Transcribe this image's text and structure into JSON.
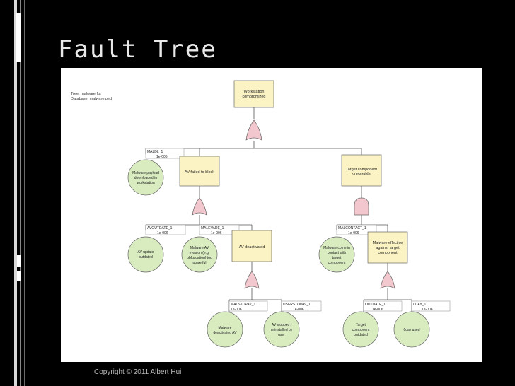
{
  "slide": {
    "title": "Fault Tree",
    "footer": "Copyright © 2011 Albert Hui"
  },
  "diagram": {
    "header_tree": "Tree: malware.fta",
    "header_db": "Database: malware.ped",
    "top_event": [
      "Workstation",
      "compromized"
    ],
    "maldl_id": "MALDL_1",
    "maldl_prob": "1e-006",
    "maldl_desc": [
      "Malware payload",
      "downloaded to",
      "workstation"
    ],
    "av_failed": "AV failed to block",
    "target_vuln": [
      "Target component",
      "vulnerable"
    ],
    "avoutdate_id": "AVOUTDATE_1",
    "avoutdate_prob": "1e-006",
    "avoutdate_desc": [
      "AV update",
      "outdated"
    ],
    "malevade_id": "MALEVADE_1",
    "malevade_prob": "1e-006",
    "malevade_desc": [
      "Malware AV",
      "evasion (e.g.",
      "obfuscation) too",
      "powerful"
    ],
    "av_deactivated": "AV deactivated",
    "malcontact_id": "MALCONTACT_1",
    "malcontact_prob": "1e-006",
    "malcontact_desc": [
      "Malware come in",
      "contact with",
      "target",
      "component"
    ],
    "mal_effective": [
      "Malware effective",
      "against target",
      "component"
    ],
    "malstopav_id": "MALSTOPAV_1",
    "malstopav_prob": "1e-006",
    "malstopav_desc": [
      "Malware",
      "deactivated AV"
    ],
    "userstopav_id": "USERSTOPAV_1",
    "userstopav_prob": "1e-006",
    "userstopav_desc": [
      "AV stopped /",
      "uninstalled by",
      "user"
    ],
    "outdate_id": "OUTDATE_1",
    "outdate_prob": "1e-006",
    "outdate_desc": [
      "Target",
      "component",
      "outdated"
    ],
    "oday_id": "0DAY_1",
    "oday_prob": "1e-006",
    "oday_desc": [
      "0day used"
    ]
  },
  "colors": {
    "slide_bg": "#000000",
    "basic_event": "#d8ecc0",
    "intermediate_event": "#fbf3c4",
    "gate": "#f2c7cd"
  }
}
